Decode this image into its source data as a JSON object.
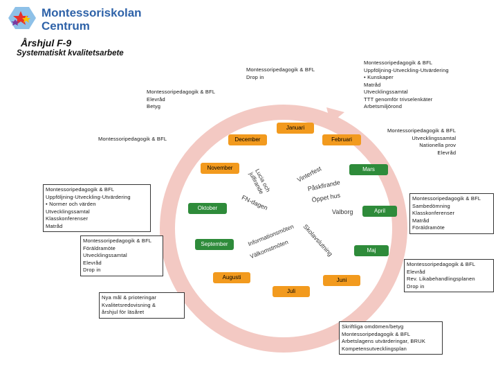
{
  "logo": {
    "line1": "Montessoriskolan",
    "line2": "Centrum"
  },
  "title": "Årshjul F-9",
  "subtitle": "Systematiskt kvalitetsarbete",
  "months": {
    "januari": "Januari",
    "december": "December",
    "februari": "Februari",
    "november": "November",
    "mars": "Mars",
    "oktober": "Oktober",
    "april": "April",
    "september": "September",
    "maj": "Maj",
    "augusti": "Augusti",
    "juni": "Juni",
    "juli": "Juli"
  },
  "events": {
    "lucia": "Lucia och julfirande",
    "vinterfest": "Vinterfest",
    "pask": "Påskfirande",
    "oppet_hus": "Öppet hus",
    "valborg": "Valborg",
    "fn_dagen": "FN-dagen",
    "skolavslutning": "Skolavslutning",
    "informationsmoten": "Informationsmöten",
    "valkomstmoten": "Välkomstmöten"
  },
  "notes": {
    "top_center": [
      "Montessoripedagogik & BFL",
      "Drop in"
    ],
    "top_right": [
      "Montessoripedagogik & BFL",
      "Uppföljning-Utveckling-Utvärdering",
      "•   Kunskaper",
      "Matråd",
      "Utvecklingssamtal",
      "TTT genomför trivselenkäter",
      "Arbetsmiljörond"
    ],
    "upper_left": [
      "Montessoripedagogik & BFL",
      "Elevråd",
      "Betyg"
    ],
    "december_left": [
      "Montessoripedagogik & BFL"
    ],
    "februari_right": [
      "Montessoripedagogik & BFL",
      "Utvecklingssamtal",
      "Nationella prov",
      "Elevråd"
    ],
    "november_left": [
      "Montessoripedagogik & BFL",
      "Uppföljning-Utveckling-Utvärdering",
      "•   Normer och värden",
      "Utvecklingssamtal",
      "Klasskonferenser",
      "Matråd"
    ],
    "april_right": [
      "Montessoripedagogik & BFL",
      "Sambedömning",
      "Klasskonferenser",
      "Matråd",
      "Föräldramöte"
    ],
    "september_left": [
      "Montessoripedagogik & BFL",
      "Föräldramöte",
      "Utvecklingssamtal",
      "Elevråd",
      "Drop in"
    ],
    "maj_right": [
      "Montessoripedagogik & BFL",
      "Elevråd",
      "Rev. Likabehandlingsplanen",
      "Drop in"
    ],
    "augusti_left": [
      "Nya mål & prioteringar",
      "Kvalitetsredovisning &",
      "årshjul för läsåret"
    ],
    "juni_bottom": [
      "Skriftliga omdömen/betyg",
      "Montessoripedagogik & BFL",
      "Arbetslagens utvärderingar, BRUK",
      "Kompetensutvecklingsplan"
    ]
  },
  "colors": {
    "ring": "#f3c9c3",
    "orange": "#f29a1e",
    "green": "#2e8b3a",
    "logo_blue": "#2e62a8"
  }
}
